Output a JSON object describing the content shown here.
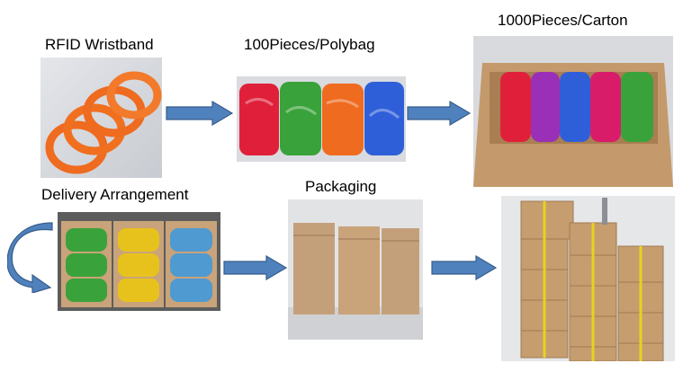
{
  "steps": {
    "wristband": {
      "title": "RFID Wristband",
      "icon": "orange-wristbands-photo"
    },
    "polybag": {
      "title": "100Pieces/Polybag",
      "icon": "polybags-photo"
    },
    "carton": {
      "title": "1000Pieces/Carton",
      "icon": "carton-photo"
    },
    "delivery": {
      "title": "Delivery Arrangement",
      "icon": "sorted-cartons-photo"
    },
    "packaging": {
      "title": "Packaging",
      "icon": "sealed-cartons-photo"
    },
    "pallet": {
      "icon": "cart-of-boxes-photo"
    }
  },
  "colors": {
    "arrow_fill": "#4f81bd",
    "arrow_stroke": "#385d8a",
    "orange": "#ef6b1f",
    "green": "#3aa23a",
    "red": "#e0203a",
    "blue": "#2f5fd8",
    "purple": "#9a2fb8",
    "magenta": "#d81c6a",
    "yellow": "#e8c21c",
    "light_blue": "#4f9ad0",
    "cardboard": "#c9a37a"
  }
}
